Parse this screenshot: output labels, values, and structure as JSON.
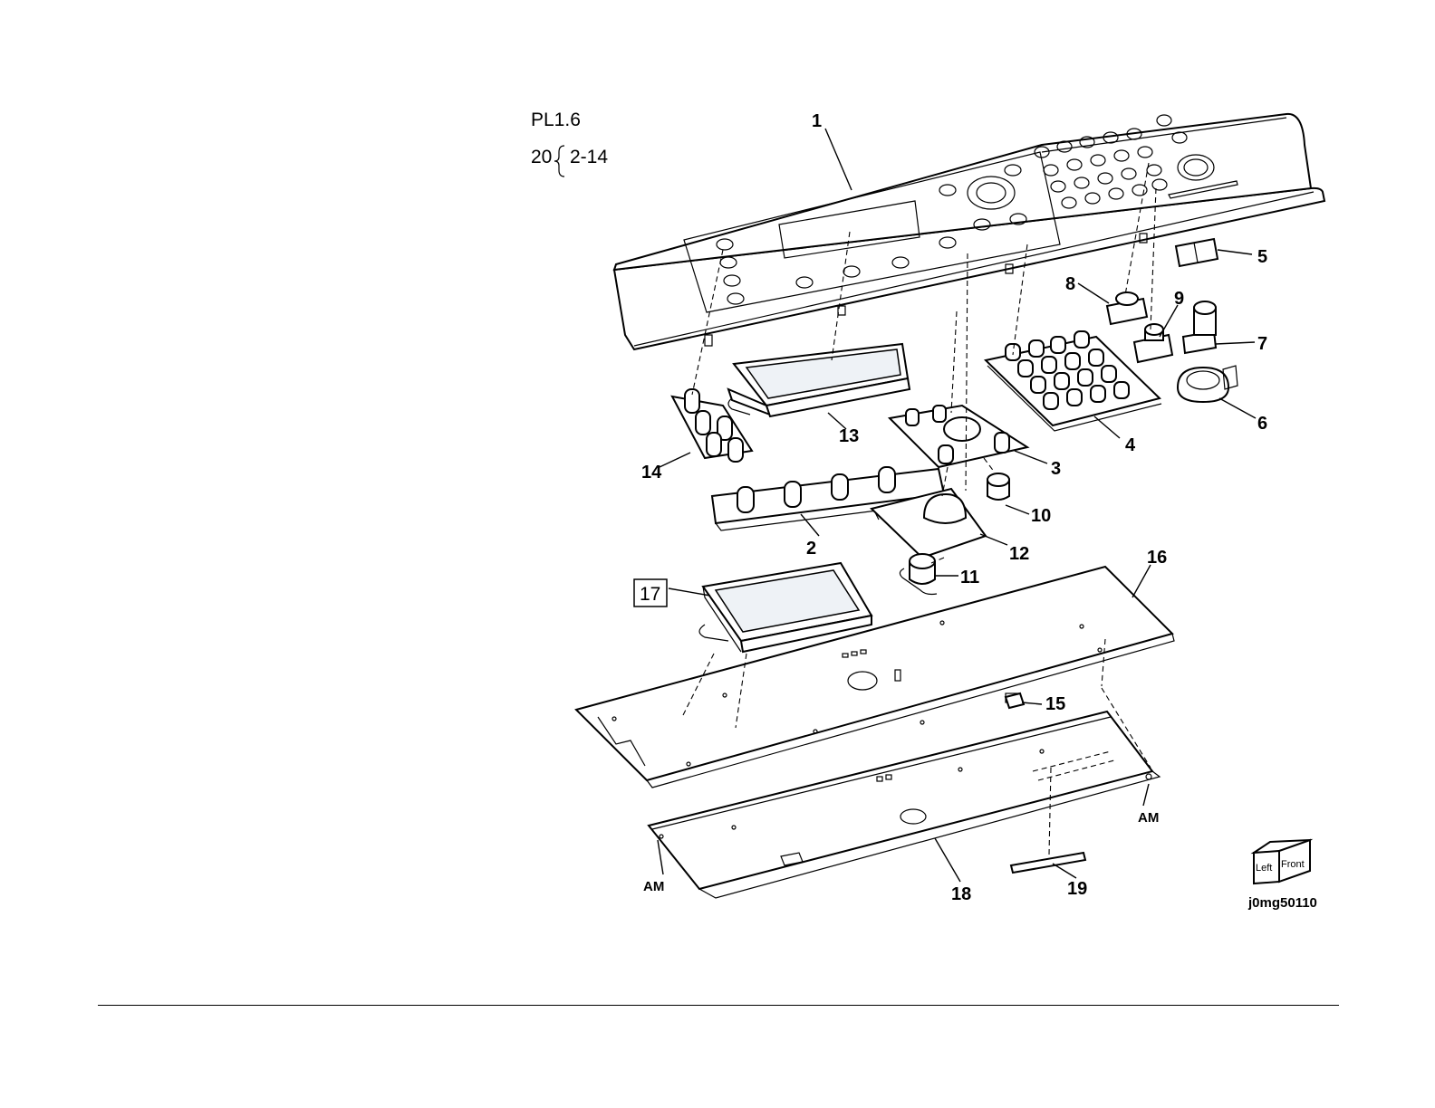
{
  "header": {
    "plate_id": "PL1.6",
    "group_qty": "20",
    "group_range": "2-14"
  },
  "callouts": [
    {
      "key": "c1",
      "label": "1"
    },
    {
      "key": "c2",
      "label": "2"
    },
    {
      "key": "c3",
      "label": "3"
    },
    {
      "key": "c4",
      "label": "4"
    },
    {
      "key": "c5",
      "label": "5"
    },
    {
      "key": "c6",
      "label": "6"
    },
    {
      "key": "c7",
      "label": "7"
    },
    {
      "key": "c8",
      "label": "8"
    },
    {
      "key": "c9",
      "label": "9"
    },
    {
      "key": "c10",
      "label": "10"
    },
    {
      "key": "c11",
      "label": "11"
    },
    {
      "key": "c12",
      "label": "12"
    },
    {
      "key": "c13",
      "label": "13"
    },
    {
      "key": "c14",
      "label": "14"
    },
    {
      "key": "c15",
      "label": "15"
    },
    {
      "key": "c16",
      "label": "16"
    },
    {
      "key": "c17",
      "label": "17"
    },
    {
      "key": "c18",
      "label": "18"
    },
    {
      "key": "c19",
      "label": "19"
    }
  ],
  "markers": {
    "am_left": "AM",
    "am_right": "AM"
  },
  "orientation_cube": {
    "left": "Left",
    "front": "Front"
  },
  "figure_id": "j0mg50110"
}
